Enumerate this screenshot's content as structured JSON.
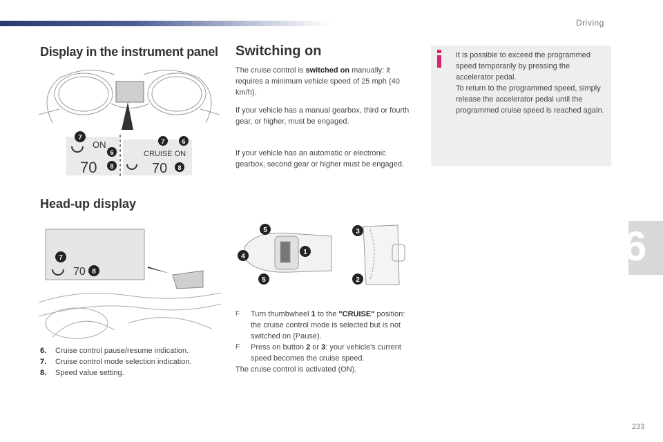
{
  "header": {
    "section": "Driving",
    "chapter": "6",
    "page_number": "233"
  },
  "display_panel": {
    "title": "Display in the instrument panel",
    "screen_left": {
      "callout_top": "7",
      "callout_right": "6",
      "callout_bottom": "8",
      "status": "ON",
      "speed": "70"
    },
    "screen_right": {
      "callout_top_left": "7",
      "callout_top_right": "6",
      "callout_bottom": "8",
      "status": "CRUISE ON",
      "speed": "70"
    }
  },
  "hud": {
    "title": "Head-up display",
    "callout_top": "7",
    "callout_speed": "8",
    "speed": "70"
  },
  "legend": [
    {
      "num": "6.",
      "text": "Cruise control pause/resume indication."
    },
    {
      "num": "7.",
      "text": "Cruise control mode selection indication."
    },
    {
      "num": "8.",
      "text": "Speed value setting."
    }
  ],
  "switching": {
    "title": "Switching on",
    "p1_before": "The cruise control is ",
    "p1_bold": "switched on",
    "p1_after": " manually: it requires a minimum vehicle speed of 25 mph (40 km/h).",
    "p2": "If your vehicle has a manual gearbox, third or fourth gear, or higher, must be engaged.",
    "p3": "If your vehicle has an automatic or electronic gearbox, second gear or higher must be engaged."
  },
  "controls": {
    "c1": "1",
    "c2": "2",
    "c3": "3",
    "c4": "4",
    "c5a": "5",
    "c5b": "5"
  },
  "info": {
    "p1": "It is possible to exceed the programmed speed temporarily by pressing the accelerator pedal.",
    "p2": "To return to the programmed speed, simply release the accelerator pedal until the programmed cruise speed is reached again."
  },
  "instructions": {
    "b1_before": "Turn thumbwheel ",
    "b1_num": "1",
    "b1_mid": " to the ",
    "b1_bold": "\"CRUISE\"",
    "b1_after": " position: the cruise control mode is selected but is not switched on (Pause).",
    "b2_before": "Press on button ",
    "b2_num1": "2",
    "b2_or": " or ",
    "b2_num2": "3",
    "b2_after": ": your vehicle's current speed becomes the cruise speed.",
    "closing": "The cruise control is activated (ON).",
    "bullet_mark": "F"
  },
  "colors": {
    "accent": "#2b3a6b",
    "info_icon": "#d7246f",
    "infobox": "#eeeeee",
    "callout": "#222222"
  }
}
